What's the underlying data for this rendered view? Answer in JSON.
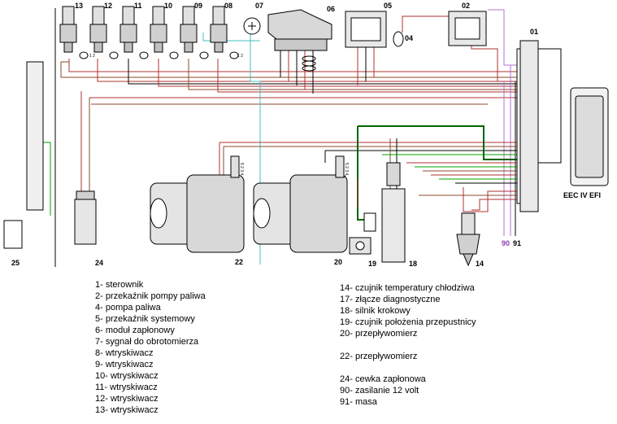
{
  "components": {
    "injectors": [
      "13",
      "12",
      "11",
      "10",
      "09",
      "08"
    ],
    "ignition_module": "07",
    "system_relay": "06",
    "fuel_pump_relay": "05",
    "fuel_pump": "04",
    "main_relay": "02",
    "ecu_connector": "01",
    "ecu_name": "EEC IV EFI",
    "supply_12v": "90",
    "ground": "91",
    "diag_connector": "25",
    "ignition_coil": "24",
    "airflow_meter_22": "22",
    "airflow_meter_20": "20",
    "throttle_sensor": "19",
    "idle_motor": "18",
    "coolant_sensor": "14"
  },
  "pin_labels": {
    "injector_pins": "1 2",
    "airflow_pins": "5 2 3 4"
  },
  "legend_left": [
    "1- sterownik",
    "2- przekaźnik pompy paliwa",
    "4- pompa paliwa",
    "5- przekaźnik systemowy",
    "6- moduł zapłonowy",
    "7- sygnał do obrotomierza",
    "8- wtryskiwacz",
    "9- wtryskiwacz",
    "10- wtryskiwacz",
    "11- wtryskiwacz",
    "12- wtryskiwacz",
    "13- wtryskiwacz"
  ],
  "legend_right": [
    "14- czujnik temperatury chłodziwa",
    "17- złącze diagnostyczne",
    "18- silnik krokowy",
    "19- czujnik położenia przepustnicy",
    "20- przepływomierz",
    "",
    "22- przepływomierz",
    "",
    "24- cewka zapłonowa",
    "90- zasilanie 12 volt",
    "91- masa"
  ],
  "colors": {
    "wire_red": "#b03030",
    "wire_brown": "#8b4a2b",
    "wire_green": "#00a000",
    "wire_green_dark": "#006400",
    "wire_violet": "#b070d0",
    "wire_cyan": "#40c0c0",
    "wire_black": "#000000",
    "label_violet": "#9040b0"
  }
}
